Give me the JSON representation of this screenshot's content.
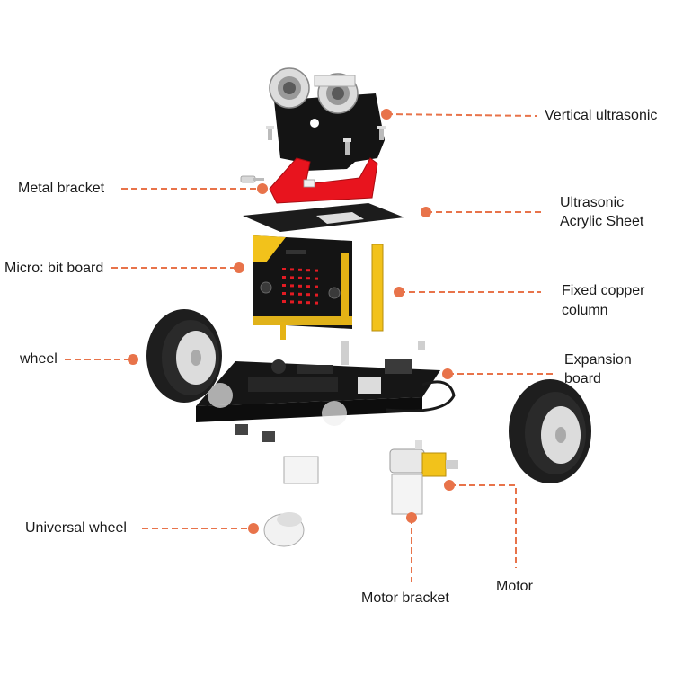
{
  "colors": {
    "accent": "#e8734a",
    "board": "#151515",
    "yellow": "#f2c21b",
    "red": "#e8141e",
    "led": "#e31b23"
  },
  "labels": {
    "vertical_ultrasonic": "Vertical ultrasonic",
    "metal_bracket": "Metal bracket",
    "ultrasonic_acrylic_line1": "Ultrasonic",
    "ultrasonic_acrylic_line2": "Acrylic Sheet",
    "microbit_board": "Micro: bit board",
    "fixed_copper_line1": "Fixed copper",
    "fixed_copper_line2": "column",
    "wheel": "wheel",
    "expansion_line1": "Expansion",
    "expansion_line2": "board",
    "universal_wheel": "Universal wheel",
    "motor_bracket": "Motor bracket",
    "motor": "Motor"
  }
}
